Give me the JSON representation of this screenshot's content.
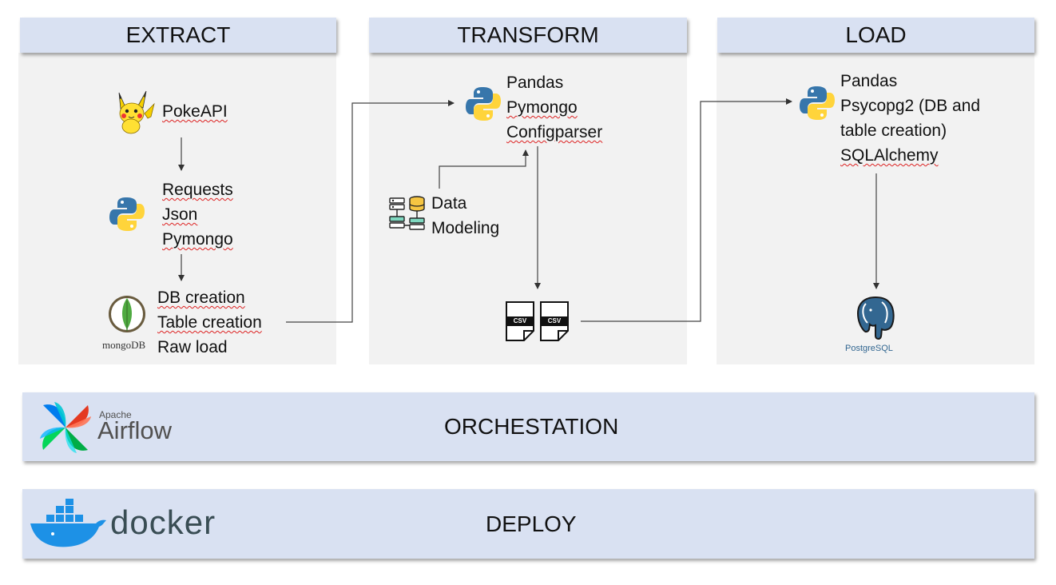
{
  "stages": {
    "extract": {
      "title": "EXTRACT",
      "source": "PokeAPI",
      "libraries": [
        "Requests",
        "Json",
        "Pymongo"
      ],
      "db_steps": [
        "DB creation",
        "Table creation",
        "Raw load"
      ],
      "db_logo_text": "mongoDB"
    },
    "transform": {
      "title": "TRANSFORM",
      "libraries": [
        "Pandas",
        "Pymongo",
        "Configparser"
      ],
      "modeling": [
        "Data",
        "Modeling"
      ],
      "csv_label": "CSV"
    },
    "load": {
      "title": "LOAD",
      "libraries": [
        "Pandas",
        "Psycopg2 (DB and",
        "table creation)",
        "SQLAlchemy"
      ],
      "target_logo_text": "PostgreSQL"
    }
  },
  "orchestration": {
    "label": "ORCHESTATION",
    "logo_small": "Apache",
    "logo_big": "Airflow"
  },
  "deploy": {
    "label": "DEPLOY",
    "logo_text": "docker"
  },
  "colors": {
    "panel": "#f2f2f2",
    "header": "#d9e1f2",
    "python_blue": "#3776ab",
    "python_yellow": "#ffd43b",
    "mongo_green": "#4faa41",
    "postgres_blue": "#336791",
    "docker_blue": "#1d91e6"
  }
}
